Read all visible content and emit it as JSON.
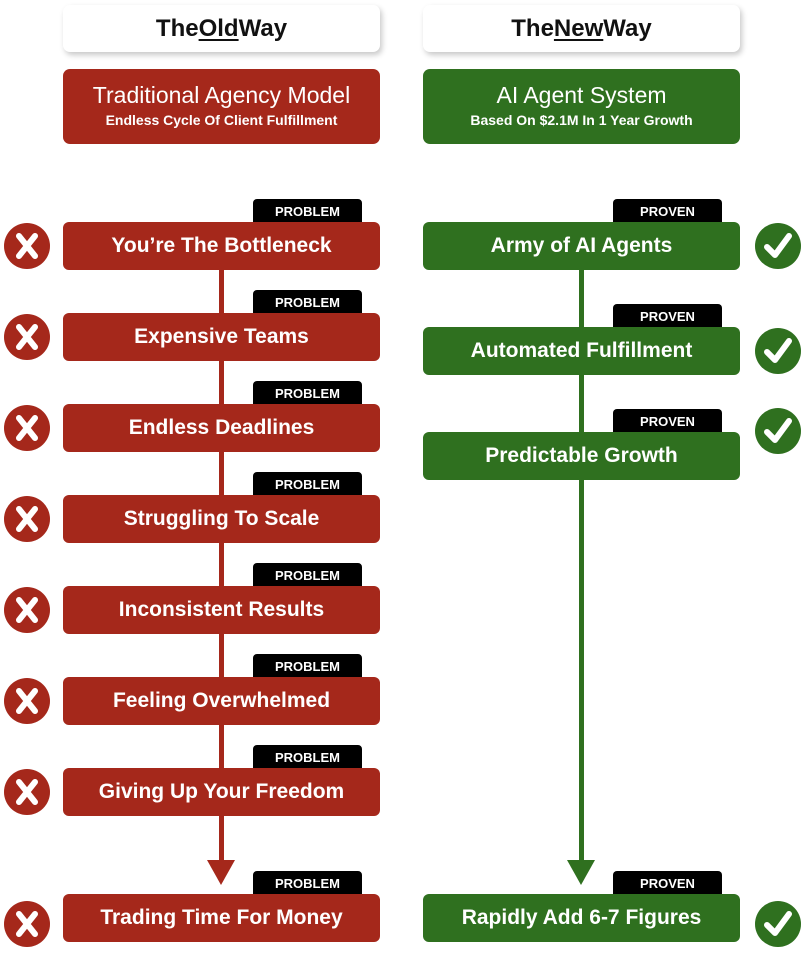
{
  "old": {
    "header": {
      "pre": "The ",
      "em": "Old",
      "post": " Way"
    },
    "title": "Traditional Agency Model",
    "subtitle": "Endless Cycle Of Client Fulfillment",
    "tag": "PROBLEM",
    "items": [
      "You’re The Bottleneck",
      "Expensive Teams",
      "Endless Deadlines",
      "Struggling To Scale",
      "Inconsistent Results",
      "Feeling Overwhelmed",
      "Giving Up Your Freedom"
    ],
    "final": "Trading Time For Money",
    "color": "#a5281b",
    "icon": "x-icon"
  },
  "new": {
    "header": {
      "pre": "The ",
      "em": "New",
      "post": " Way"
    },
    "title": "AI Agent System",
    "subtitle": "Based On $2.1M In 1 Year Growth",
    "tag": "PROVEN",
    "items": [
      "Army of AI Agents",
      "Automated Fulfillment",
      "Predictable Growth"
    ],
    "final": "Rapidly Add 6-7 Figures",
    "color": "#2f701f",
    "icon": "check-icon"
  }
}
